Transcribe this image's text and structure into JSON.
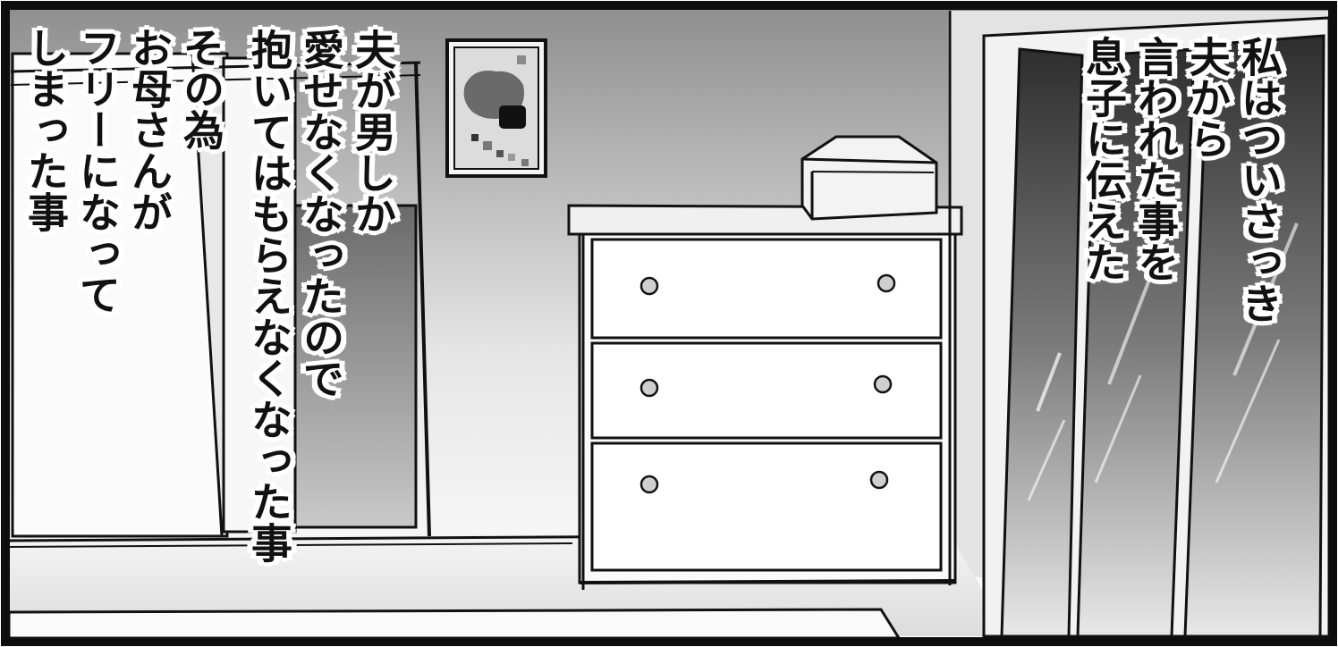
{
  "captions": {
    "left": "その為\nお母さんが\nフリーになって\nしまった事",
    "middle": "夫が男しか\n愛せなくなったので\n抱いてはもらえなくなった事",
    "right": "私はついさっき\n夫から\n言われた事を\n息子に伝えた"
  },
  "colors": {
    "frame": "#0d0d0d",
    "wall_top": "#9a9a9a",
    "wall_bottom": "#f2f2f2",
    "ink": "#111111"
  },
  "icons": {
    "artwork": "abstract-painting",
    "dresser": "chest-of-drawers",
    "box": "storage-box"
  }
}
